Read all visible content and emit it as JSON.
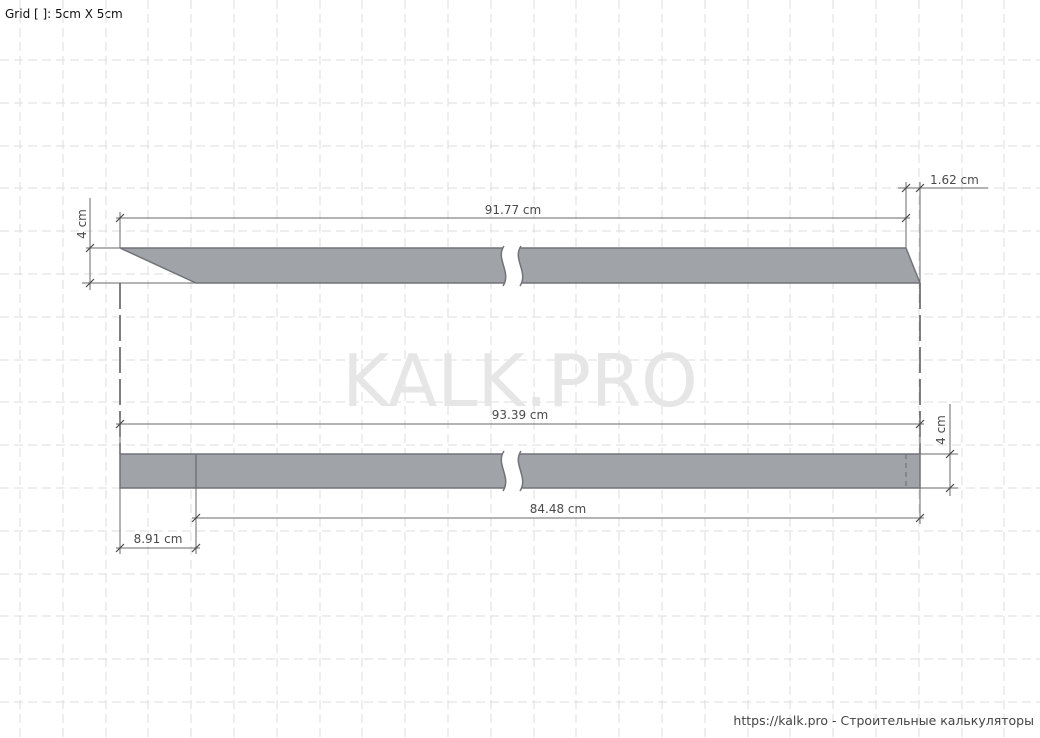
{
  "grid_caption": "Grid [ ]: 5cm X 5cm",
  "watermark": "KALK.PRO",
  "footer": "https://kalk.pro - Строительные калькуляторы",
  "dimensions": {
    "top_length": "91.77 cm",
    "top_overhang": "1.62 cm",
    "top_thickness": "4 cm",
    "bottom_length": "93.39 cm",
    "bottom_thickness": "4 cm",
    "bottom_inner": "84.48 cm",
    "bottom_offset": "8.91 cm"
  },
  "colors": {
    "part_fill": "#a0a3a8",
    "part_stroke": "#707378",
    "grid": "#dcdcdc",
    "dimension": "#6a6a6a"
  }
}
